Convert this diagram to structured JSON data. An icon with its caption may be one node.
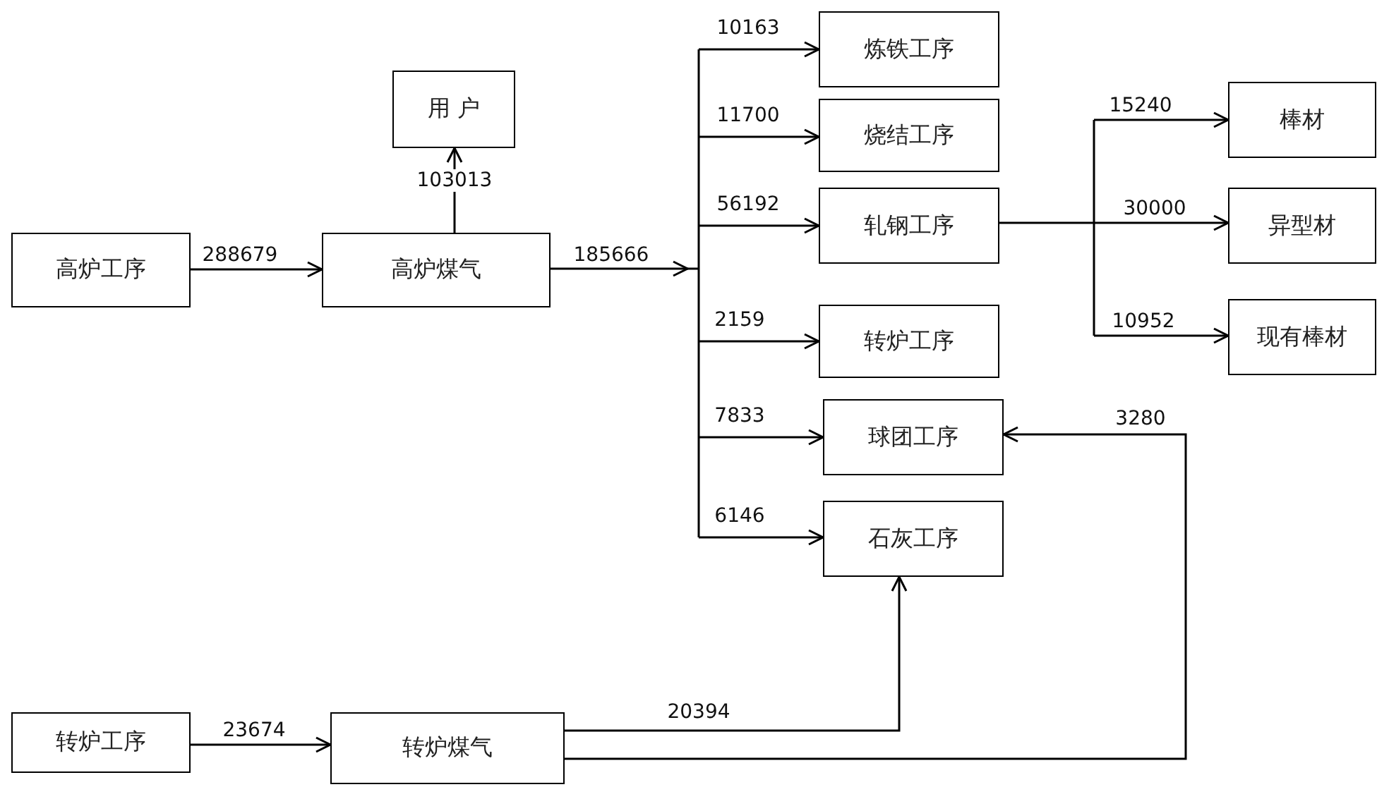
{
  "diagram": {
    "nodes": [
      {
        "text": [
          "高炉工序"
        ]
      },
      {
        "text": [
          "高炉煤气"
        ]
      },
      {
        "text": [
          "用 户"
        ]
      },
      {
        "text": [
          "炼铁工序"
        ]
      },
      {
        "text": [
          "烧结工序"
        ]
      },
      {
        "text": [
          "轧钢工序"
        ]
      },
      {
        "text": [
          "转炉工序"
        ]
      },
      {
        "text": [
          "球团工序"
        ]
      },
      {
        "text": [
          "石灰工序"
        ]
      },
      {
        "text": [
          "棒材"
        ]
      },
      {
        "text": [
          "异型材"
        ]
      },
      {
        "text": [
          "现有棒材"
        ]
      },
      {
        "text": [
          "转炉工序"
        ]
      },
      {
        "text": [
          "转炉煤气"
        ]
      }
    ],
    "edges": [
      {
        "from": 0,
        "to": 1,
        "arrow": "to",
        "label": "288679"
      },
      {
        "from": 1,
        "to": 2,
        "arrow": "to",
        "label": "103013"
      },
      {
        "from": 1,
        "to": 3,
        "arrow": "to",
        "label": "10163"
      },
      {
        "from": 1,
        "to": 4,
        "arrow": "to",
        "label": "11700"
      },
      {
        "from": 1,
        "to": 5,
        "arrow": "to",
        "label": "56192"
      },
      {
        "from": 1,
        "to": 6,
        "arrow": "to",
        "label": "2159"
      },
      {
        "from": 1,
        "to": 7,
        "arrow": "to",
        "label": "7833"
      },
      {
        "from": 1,
        "to": 8,
        "arrow": "to",
        "label": "6146"
      },
      {
        "from": 5,
        "to": 9,
        "arrow": "to",
        "label": "15240"
      },
      {
        "from": 5,
        "to": 10,
        "arrow": "to",
        "label": "30000"
      },
      {
        "from": 5,
        "to": 11,
        "arrow": "to",
        "label": "10952"
      },
      {
        "from": 12,
        "to": 13,
        "arrow": "to",
        "label": "23674"
      },
      {
        "from": 13,
        "to": 8,
        "arrow": "to",
        "label": "20394"
      },
      {
        "from": 13,
        "to": 7,
        "arrow": "to",
        "label": "3280"
      }
    ],
    "labels": [
      "185666"
    ]
  }
}
